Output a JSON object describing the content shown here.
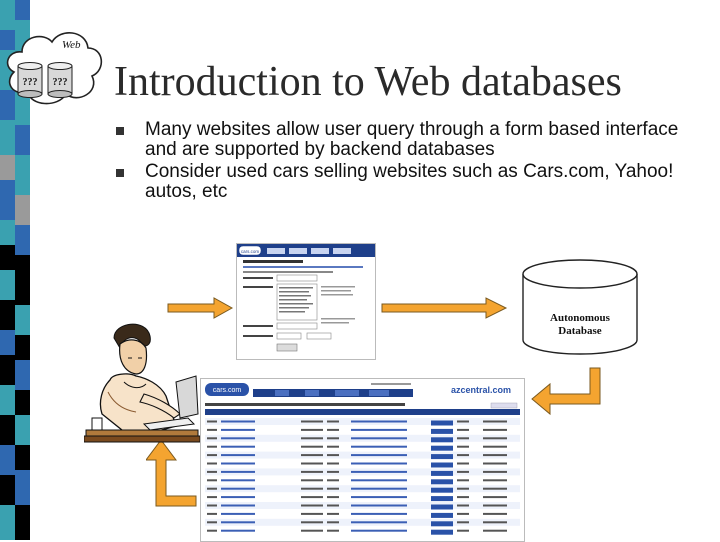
{
  "slide": {
    "title": "Introduction to Web databases",
    "bullets": [
      "Many websites allow user query through a form based interface and are supported by backend databases",
      "Consider used cars selling websites such as Cars.com, Yahoo! autos, etc"
    ],
    "logo": {
      "label": "Web",
      "cylinder_left": "???",
      "cylinder_right": "???"
    },
    "database": {
      "line1": "Autonomous",
      "line2": "Database"
    },
    "screenshots": {
      "form_logo": "cars.com",
      "results_logo": "cars.com",
      "results_partner": "azcentral.com"
    },
    "colors": {
      "arrow_fill": "#f4a430",
      "arrow_stroke": "#7a5a20",
      "strip_teal": "#3aa1b0",
      "strip_blue": "#2f68b0",
      "strip_black": "#000000",
      "strip_gray": "#9a9a9a"
    }
  }
}
